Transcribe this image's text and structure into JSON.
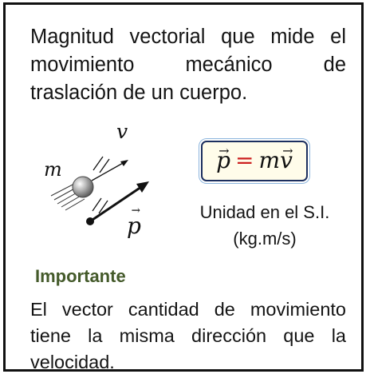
{
  "definition_text": "Magnitud vectorial que mide el movimiento mecánico de traslación de un cuerpo.",
  "diagram": {
    "velocity_label": "v",
    "mass_label": "m",
    "momentum_label": "p"
  },
  "formula": {
    "lhs": "p",
    "equals": "=",
    "rhs_coefficient": "m",
    "rhs_vector": "v"
  },
  "unit": {
    "label": "Unidad en el S.I.",
    "value": "(kg.m/s)"
  },
  "important_heading": "Importante",
  "important_text": "El vector cantidad de movimiento tiene la misma dirección que la velocidad.",
  "colors": {
    "border": "#111111",
    "heading": "#445a2a",
    "equals_sign": "#cc1f1f",
    "formula_fill": "#fffcea",
    "formula_border": "#1c2f5f"
  }
}
